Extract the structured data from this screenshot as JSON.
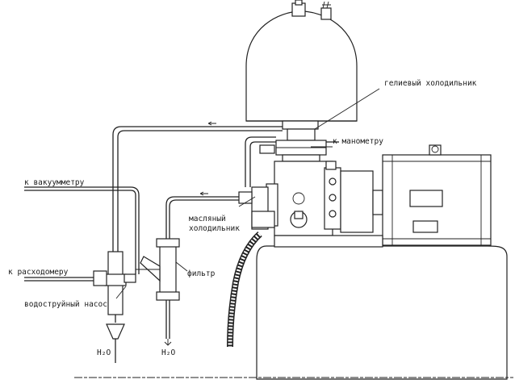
{
  "labels": {
    "helium_cooler": "гелиевый холодильник",
    "to_manometer": "к манометру",
    "to_vacuum_gauge": "к вакуумметру",
    "oil_cooler_line1": "масляный",
    "oil_cooler_line2": "холодильник",
    "to_flowmeter": "к расходомеру",
    "filter": "фильтр",
    "water_jet_pump": "водоструйный насос",
    "water_left": "H₂O",
    "water_right": "H₂O"
  }
}
